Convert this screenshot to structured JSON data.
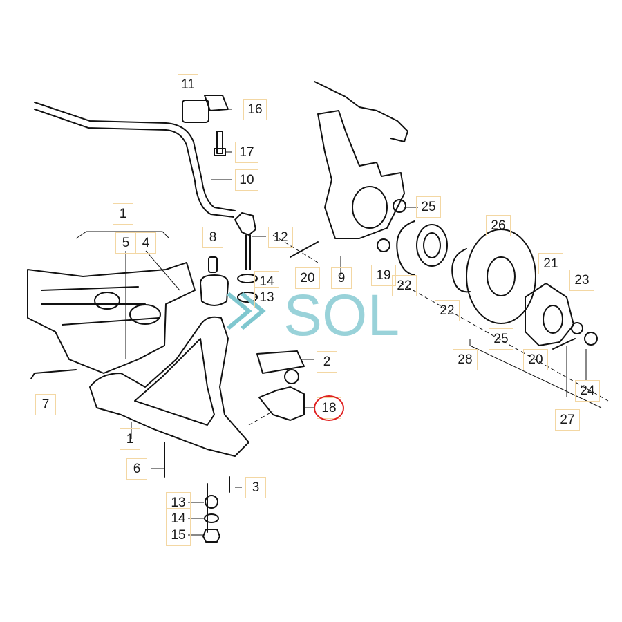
{
  "diagram": {
    "highlight_color": "#e02020",
    "watermark_color": "#7fc7cf",
    "watermark_text": "SOL",
    "labels": [
      {
        "id": "l11",
        "text": "11"
      },
      {
        "id": "l16",
        "text": "16"
      },
      {
        "id": "l17",
        "text": "17"
      },
      {
        "id": "l10",
        "text": "10"
      },
      {
        "id": "l1top",
        "text": "1"
      },
      {
        "id": "l5",
        "text": "5"
      },
      {
        "id": "l4",
        "text": "4"
      },
      {
        "id": "l8",
        "text": "8"
      },
      {
        "id": "l12",
        "text": "12"
      },
      {
        "id": "l14a",
        "text": "14"
      },
      {
        "id": "l13a",
        "text": "13"
      },
      {
        "id": "l25a",
        "text": "25"
      },
      {
        "id": "l26",
        "text": "26"
      },
      {
        "id": "l20a",
        "text": "20"
      },
      {
        "id": "l9",
        "text": "9"
      },
      {
        "id": "l19",
        "text": "19"
      },
      {
        "id": "l22a",
        "text": "22"
      },
      {
        "id": "l22b",
        "text": "22"
      },
      {
        "id": "l21",
        "text": "21"
      },
      {
        "id": "l23",
        "text": "23"
      },
      {
        "id": "l2",
        "text": "2"
      },
      {
        "id": "l7",
        "text": "7"
      },
      {
        "id": "l18",
        "text": "18"
      },
      {
        "id": "l1bot",
        "text": "1"
      },
      {
        "id": "l6",
        "text": "6"
      },
      {
        "id": "l3",
        "text": "3"
      },
      {
        "id": "l13b",
        "text": "13"
      },
      {
        "id": "l14b",
        "text": "14"
      },
      {
        "id": "l15",
        "text": "15"
      },
      {
        "id": "l25b",
        "text": "25"
      },
      {
        "id": "l20b",
        "text": "20"
      },
      {
        "id": "l28",
        "text": "28"
      },
      {
        "id": "l24",
        "text": "24"
      },
      {
        "id": "l27",
        "text": "27"
      }
    ]
  }
}
